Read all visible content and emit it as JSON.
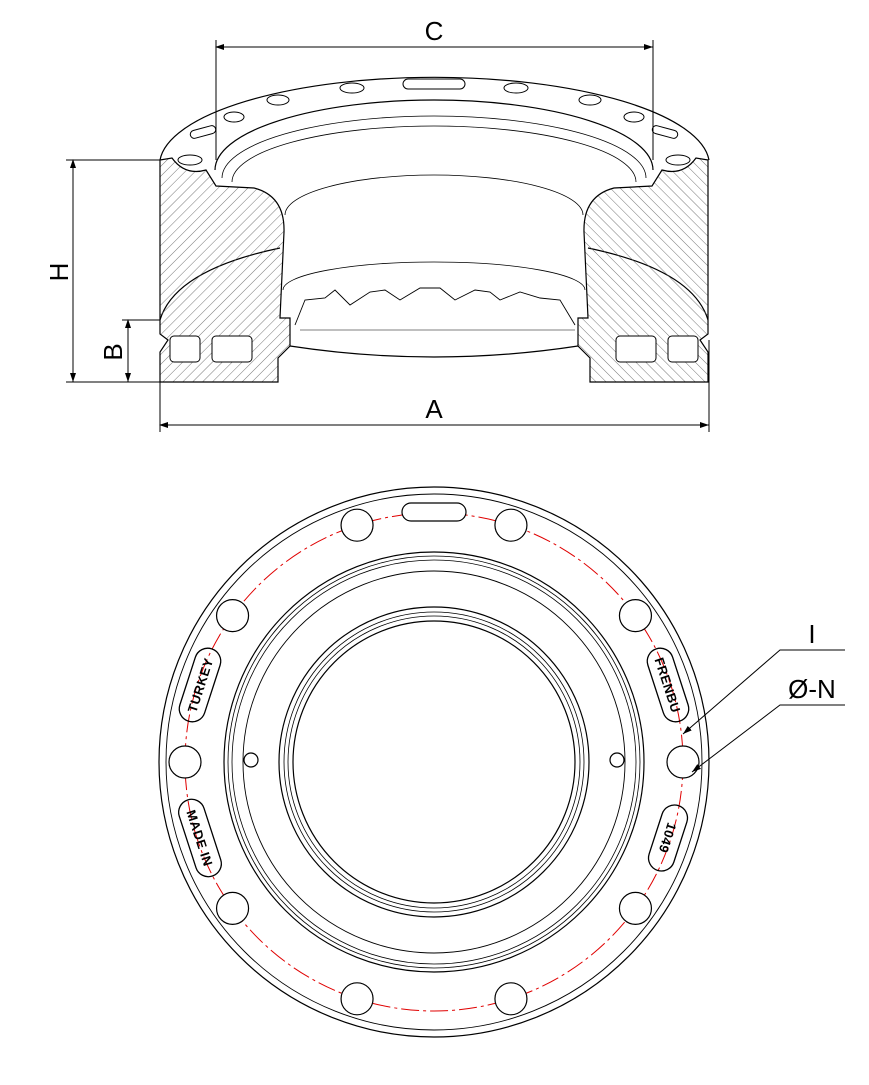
{
  "dimensions": {
    "c": "C",
    "h": "H",
    "b": "B",
    "a": "A",
    "i": "I",
    "n": "Ø-N"
  },
  "embossing": {
    "turkey": "TURKEY",
    "made_in": "MADE IN",
    "brand": "FRENBU",
    "part_number": "1049"
  },
  "colors": {
    "line": "#000000",
    "center_line": "#e00000"
  }
}
